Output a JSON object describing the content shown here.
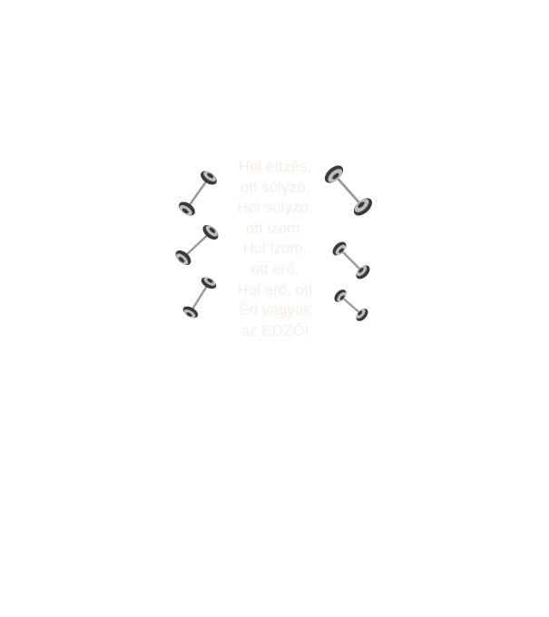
{
  "poem": {
    "lines": [
      "Hol edzés,",
      "ott súlyzó,",
      "Hol súlyzó,",
      "ott izom.",
      "Hol izom,",
      "ott erő.",
      "Hol erő, ott",
      "Én vagyok",
      "az EDZŐ!"
    ]
  },
  "colors": {
    "text": "#f6f0e6",
    "plate_dark": "#3a3a3a",
    "plate_light": "#bdbdbd",
    "bar": "#9a9a9a",
    "background": "#ffffff"
  },
  "icons": [
    "barbell-icon",
    "barbell-icon",
    "barbell-icon",
    "barbell-icon",
    "barbell-icon",
    "barbell-icon"
  ]
}
